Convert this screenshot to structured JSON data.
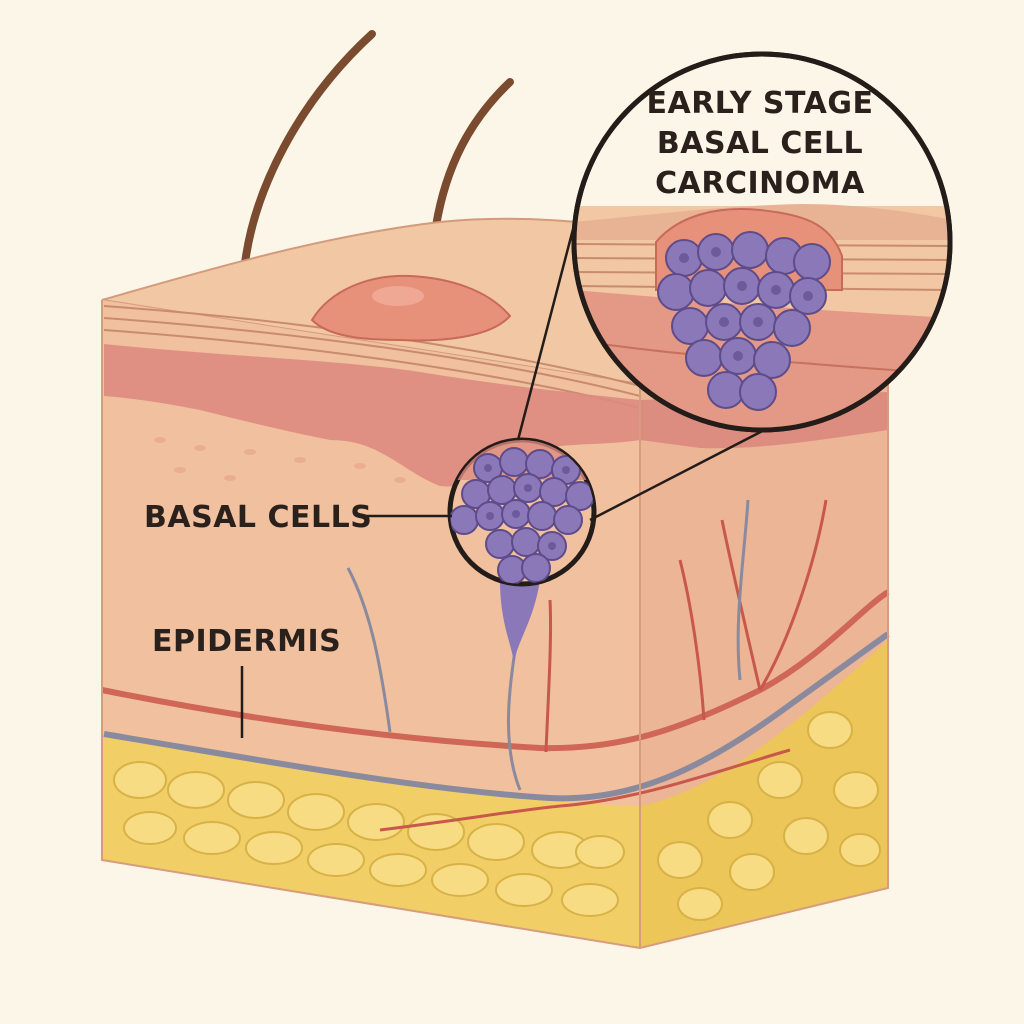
{
  "labels": {
    "callout_title_lines": [
      "EARLY STAGE",
      "BASAL CELL",
      "CARCINOMA"
    ],
    "basal_cells": "BASAL CELLS",
    "epidermis": "EPIDERMIS"
  },
  "colors": {
    "background": "#fcf6e8",
    "skin_surface": "#f2c7a4",
    "epidermis_layer": "#dd8b7f",
    "dermis": "#f1c09f",
    "fat": "#f1cf66",
    "tumor_cells": "#8b78b8",
    "vessel_red": "#c8584a",
    "vessel_blue": "#8a8a9e",
    "outline": "#231c19"
  }
}
